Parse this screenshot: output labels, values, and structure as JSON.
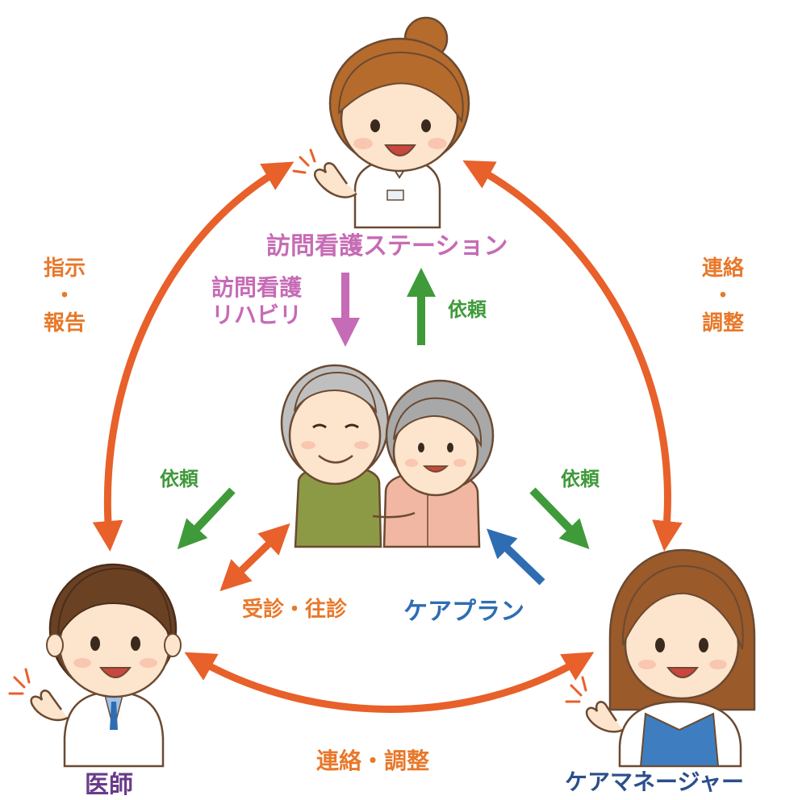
{
  "roles": {
    "nurse_station": "訪問看護ステーション",
    "doctor": "医師",
    "care_manager": "ケアマネージャー"
  },
  "flows": {
    "left_side": [
      "指示",
      "・",
      "報告"
    ],
    "right_side": [
      "連絡",
      "・",
      "調整"
    ],
    "bottom": "連絡・調整",
    "nurse_to_patient": [
      "訪問看護",
      "リハビリ"
    ],
    "patient_to_nurse": "依頼",
    "patient_to_doctor": "依頼",
    "patient_to_caremanager": "依頼",
    "doctor_patient": "受診・往診",
    "caremanager_to_patient": "ケアプラン"
  },
  "colors": {
    "orange_arrow": "#e8602a",
    "green_arrow": "#3f9a3a",
    "pink_arrow": "#c66bb5",
    "blue_arrow": "#2f6db3",
    "outline": "#6b4a32"
  },
  "icons": [
    "nurse-icon",
    "elderly-couple-icon",
    "doctor-icon",
    "care-manager-icon"
  ]
}
